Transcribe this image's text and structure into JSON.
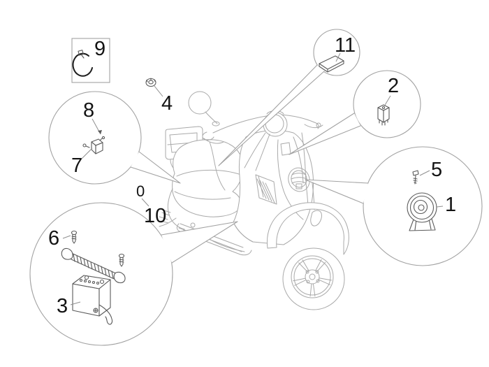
{
  "diagram": {
    "type": "parts-diagram",
    "subject": "scooter-electrical-devices",
    "labels": {
      "n0": "0",
      "n1": "1",
      "n2": "2",
      "n3": "3",
      "n4": "4",
      "n5": "5",
      "n6": "6",
      "n7": "7",
      "n8": "8",
      "n9": "9",
      "n10": "10",
      "n11": "11"
    },
    "callouts": [
      {
        "ref": "1",
        "part": "horn-icon"
      },
      {
        "ref": "2",
        "part": "relay-icon"
      },
      {
        "ref": "3",
        "part": "battery-icon"
      },
      {
        "ref": "4",
        "part": "nut-icon"
      },
      {
        "ref": "5",
        "part": "screw-icon"
      },
      {
        "ref": "6",
        "part": "battery-strap-screw-icon"
      },
      {
        "ref": "7",
        "part": "regulator-icon"
      },
      {
        "ref": "8",
        "part": "screw-icon"
      },
      {
        "ref": "9",
        "part": "clamp-icon"
      },
      {
        "ref": "10",
        "part": "harness-point"
      },
      {
        "ref": "11",
        "part": "cover-plate-icon"
      },
      {
        "ref": "0",
        "part": "harness-point"
      }
    ],
    "colors": {
      "background": "#ffffff",
      "sketch_line": "#a9a9a9",
      "balloon_line": "#a2a2a2",
      "part_line": "#5a5a5a",
      "clamp_line": "#1d1d1d",
      "label_text": "#131313",
      "leader_line": "#8f8f8f"
    }
  }
}
